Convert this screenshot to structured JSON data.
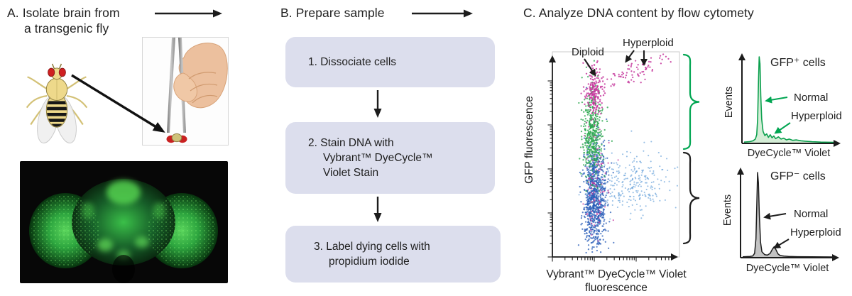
{
  "colors": {
    "accent_green": "#00a551",
    "hist_green_line": "#0ca04e",
    "hist_green_fill": "#9fd8a5",
    "hist_gray_fill": "#c3c3c3",
    "hist_gray_line": "#1d1d1d",
    "scatter_magenta": "#c5379c",
    "scatter_green": "#2aa74d",
    "scatter_blue": "#2a5db8",
    "scatter_blue_light": "#6aa3da",
    "flow_box_fill": "#dcdeed",
    "ink": "#1e1e1e"
  },
  "panel_a": {
    "title": "A. Isolate brain from\na transgenic fly",
    "fly_alt": "transgenic fly",
    "hand_alt": "hand holding forceps with isolated brain",
    "micrograph_alt": "GFP fluorescence micrograph of fly brain"
  },
  "panel_b": {
    "title": "B. Prepare sample",
    "steps": [
      "1. Dissociate cells",
      "2. Stain DNA with\nVybrant™ DyeCycle™\nViolet Stain",
      "3. Label dying cells with\npropidium iodide"
    ]
  },
  "panel_c": {
    "title": "C. Analyze DNA content by flow cytomety",
    "scatter": {
      "ylabel": "GFP fluorescence",
      "xlabel_line1": "Vybrant™ DyeCycle™ Violet",
      "xlabel_line2": "fluorescence",
      "diploid_label": "Diploid",
      "hyperploid_label": "Hyperploid"
    },
    "hist_top": {
      "title": "GFP⁺ cells",
      "ylabel": "Events",
      "xlabel": "DyeCycle™ Violet",
      "normal_label": "Normal",
      "hyperploid_label": "Hyperploid"
    },
    "hist_bottom": {
      "title": "GFP⁻ cells",
      "ylabel": "Events",
      "xlabel": "DyeCycle™ Violet",
      "normal_label": "Normal",
      "hyperploid_label": "Hyperploid"
    }
  },
  "chart_data": [
    {
      "type": "scatter",
      "title": "DNA content vs GFP fluorescence",
      "xlabel": "Vybrant™ DyeCycle™ Violet fluorescence",
      "ylabel": "GFP fluorescence",
      "x_scale": "log",
      "y_scale": "log",
      "annotations": [
        "Diploid",
        "Hyperploid"
      ],
      "regions": [
        {
          "label": "GFP⁺ cells",
          "brace_color": "#00a551"
        },
        {
          "label": "GFP⁻ cells",
          "brace_color": "#1d1d1d"
        }
      ],
      "clusters": [
        {
          "name": "gfp-neg-main",
          "color": "#2a5db8",
          "n": 880,
          "cx": 0.335,
          "cy": 0.7,
          "sx": 0.045,
          "sy": 0.125,
          "opacity": 0.75,
          "r": 1.15
        },
        {
          "name": "gfp-neg-spray",
          "color": "#6aa3da",
          "n": 270,
          "cx": 0.63,
          "cy": 0.635,
          "sx": 0.17,
          "sy": 0.075,
          "opacity": 0.7,
          "r": 1.05
        },
        {
          "name": "gfp-pos-normal",
          "color": "#2aa74d",
          "n": 430,
          "cx": 0.315,
          "cy": 0.4,
          "sx": 0.04,
          "sy": 0.105,
          "opacity": 0.8,
          "r": 1.15
        },
        {
          "name": "pi-sprinkle",
          "color": "#c5379c",
          "n": 90,
          "cx": 0.34,
          "cy": 0.62,
          "sx": 0.055,
          "sy": 0.14,
          "opacity": 0.8,
          "r": 1.05
        },
        {
          "name": "diploid-cluster",
          "color": "#c5379c",
          "n": 175,
          "cx": 0.325,
          "cy": 0.19,
          "sx": 0.035,
          "sy": 0.06,
          "opacity": 0.85,
          "r": 1.2
        },
        {
          "name": "hyperploid-trail",
          "color": "#c5379c",
          "n": 85,
          "cx": 0.6,
          "cy": 0.11,
          "sx": 0.15,
          "sy": 0.045,
          "corr": -0.85,
          "opacity": 0.85,
          "r": 1.15
        }
      ]
    },
    {
      "type": "area",
      "title": "GFP⁺ cells",
      "xlabel": "DyeCycle™ Violet",
      "ylabel": "Events",
      "line_color": "#0ca04e",
      "fill_color": "#9fd8a5",
      "peaks": [
        "Normal",
        "Hyperploid"
      ],
      "points": [
        [
          0,
          0.015
        ],
        [
          0.06,
          0.02
        ],
        [
          0.1,
          0.03
        ],
        [
          0.125,
          0.05
        ],
        [
          0.14,
          0.1
        ],
        [
          0.15,
          0.28
        ],
        [
          0.16,
          0.72
        ],
        [
          0.168,
          1.0
        ],
        [
          0.176,
          0.92
        ],
        [
          0.185,
          0.55
        ],
        [
          0.195,
          0.28
        ],
        [
          0.21,
          0.14
        ],
        [
          0.23,
          0.09
        ],
        [
          0.25,
          0.11
        ],
        [
          0.27,
          0.07
        ],
        [
          0.29,
          0.1
        ],
        [
          0.31,
          0.065
        ],
        [
          0.33,
          0.085
        ],
        [
          0.35,
          0.055
        ],
        [
          0.38,
          0.075
        ],
        [
          0.41,
          0.05
        ],
        [
          0.44,
          0.06
        ],
        [
          0.47,
          0.04
        ],
        [
          0.5,
          0.05
        ],
        [
          0.54,
          0.035
        ],
        [
          0.58,
          0.04
        ],
        [
          0.63,
          0.03
        ],
        [
          0.68,
          0.025
        ],
        [
          0.75,
          0.02
        ],
        [
          0.85,
          0.015
        ],
        [
          1,
          0.012
        ]
      ]
    },
    {
      "type": "area",
      "title": "GFP⁻ cells",
      "xlabel": "DyeCycle™ Violet",
      "ylabel": "Events",
      "line_color": "#1d1d1d",
      "fill_color": "#c3c3c3",
      "peaks": [
        "Normal",
        "Hyperploid"
      ],
      "points": [
        [
          0,
          0.01
        ],
        [
          0.08,
          0.015
        ],
        [
          0.11,
          0.02
        ],
        [
          0.13,
          0.05
        ],
        [
          0.145,
          0.22
        ],
        [
          0.155,
          0.65
        ],
        [
          0.163,
          1.0
        ],
        [
          0.172,
          0.88
        ],
        [
          0.182,
          0.5
        ],
        [
          0.195,
          0.18
        ],
        [
          0.21,
          0.07
        ],
        [
          0.24,
          0.035
        ],
        [
          0.27,
          0.03
        ],
        [
          0.3,
          0.05
        ],
        [
          0.325,
          0.1
        ],
        [
          0.345,
          0.13
        ],
        [
          0.365,
          0.09
        ],
        [
          0.385,
          0.045
        ],
        [
          0.41,
          0.025
        ],
        [
          0.45,
          0.018
        ],
        [
          0.5,
          0.015
        ],
        [
          0.6,
          0.012
        ],
        [
          0.75,
          0.01
        ],
        [
          1,
          0.008
        ]
      ]
    }
  ]
}
